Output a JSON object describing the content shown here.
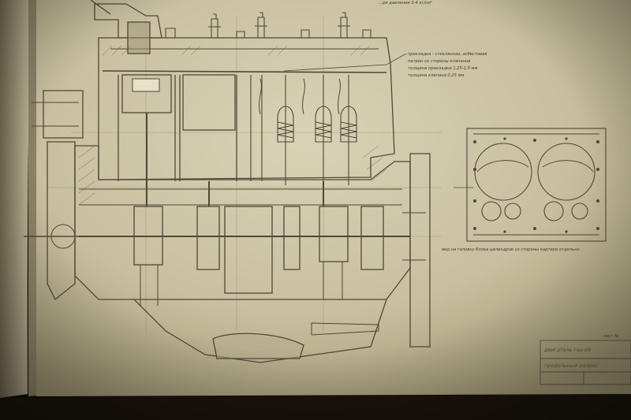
{
  "photo": {
    "subject": "drawing-sheet",
    "colors": {
      "paper": "#cfc7aa",
      "paper_dark": "#a69d7e",
      "ink": "#5a5442",
      "background": "#141008"
    }
  },
  "drawing": {
    "top_note": "...ри давлении 3-4 кг/см²",
    "callout_lines": [
      "прокладка - стеклянная, асбестовая",
      "патрон со стороны клапанов",
      "толщина прокладки 1,25-1,5 мм",
      "толщина клапана 0,25 мм"
    ],
    "view_caption": "вид на головку блока цилиндров со стороны картера отдельно",
    "sheet_label": "лист №",
    "title_lines": [
      "двигатель газ-69",
      "продольный разрез"
    ]
  }
}
